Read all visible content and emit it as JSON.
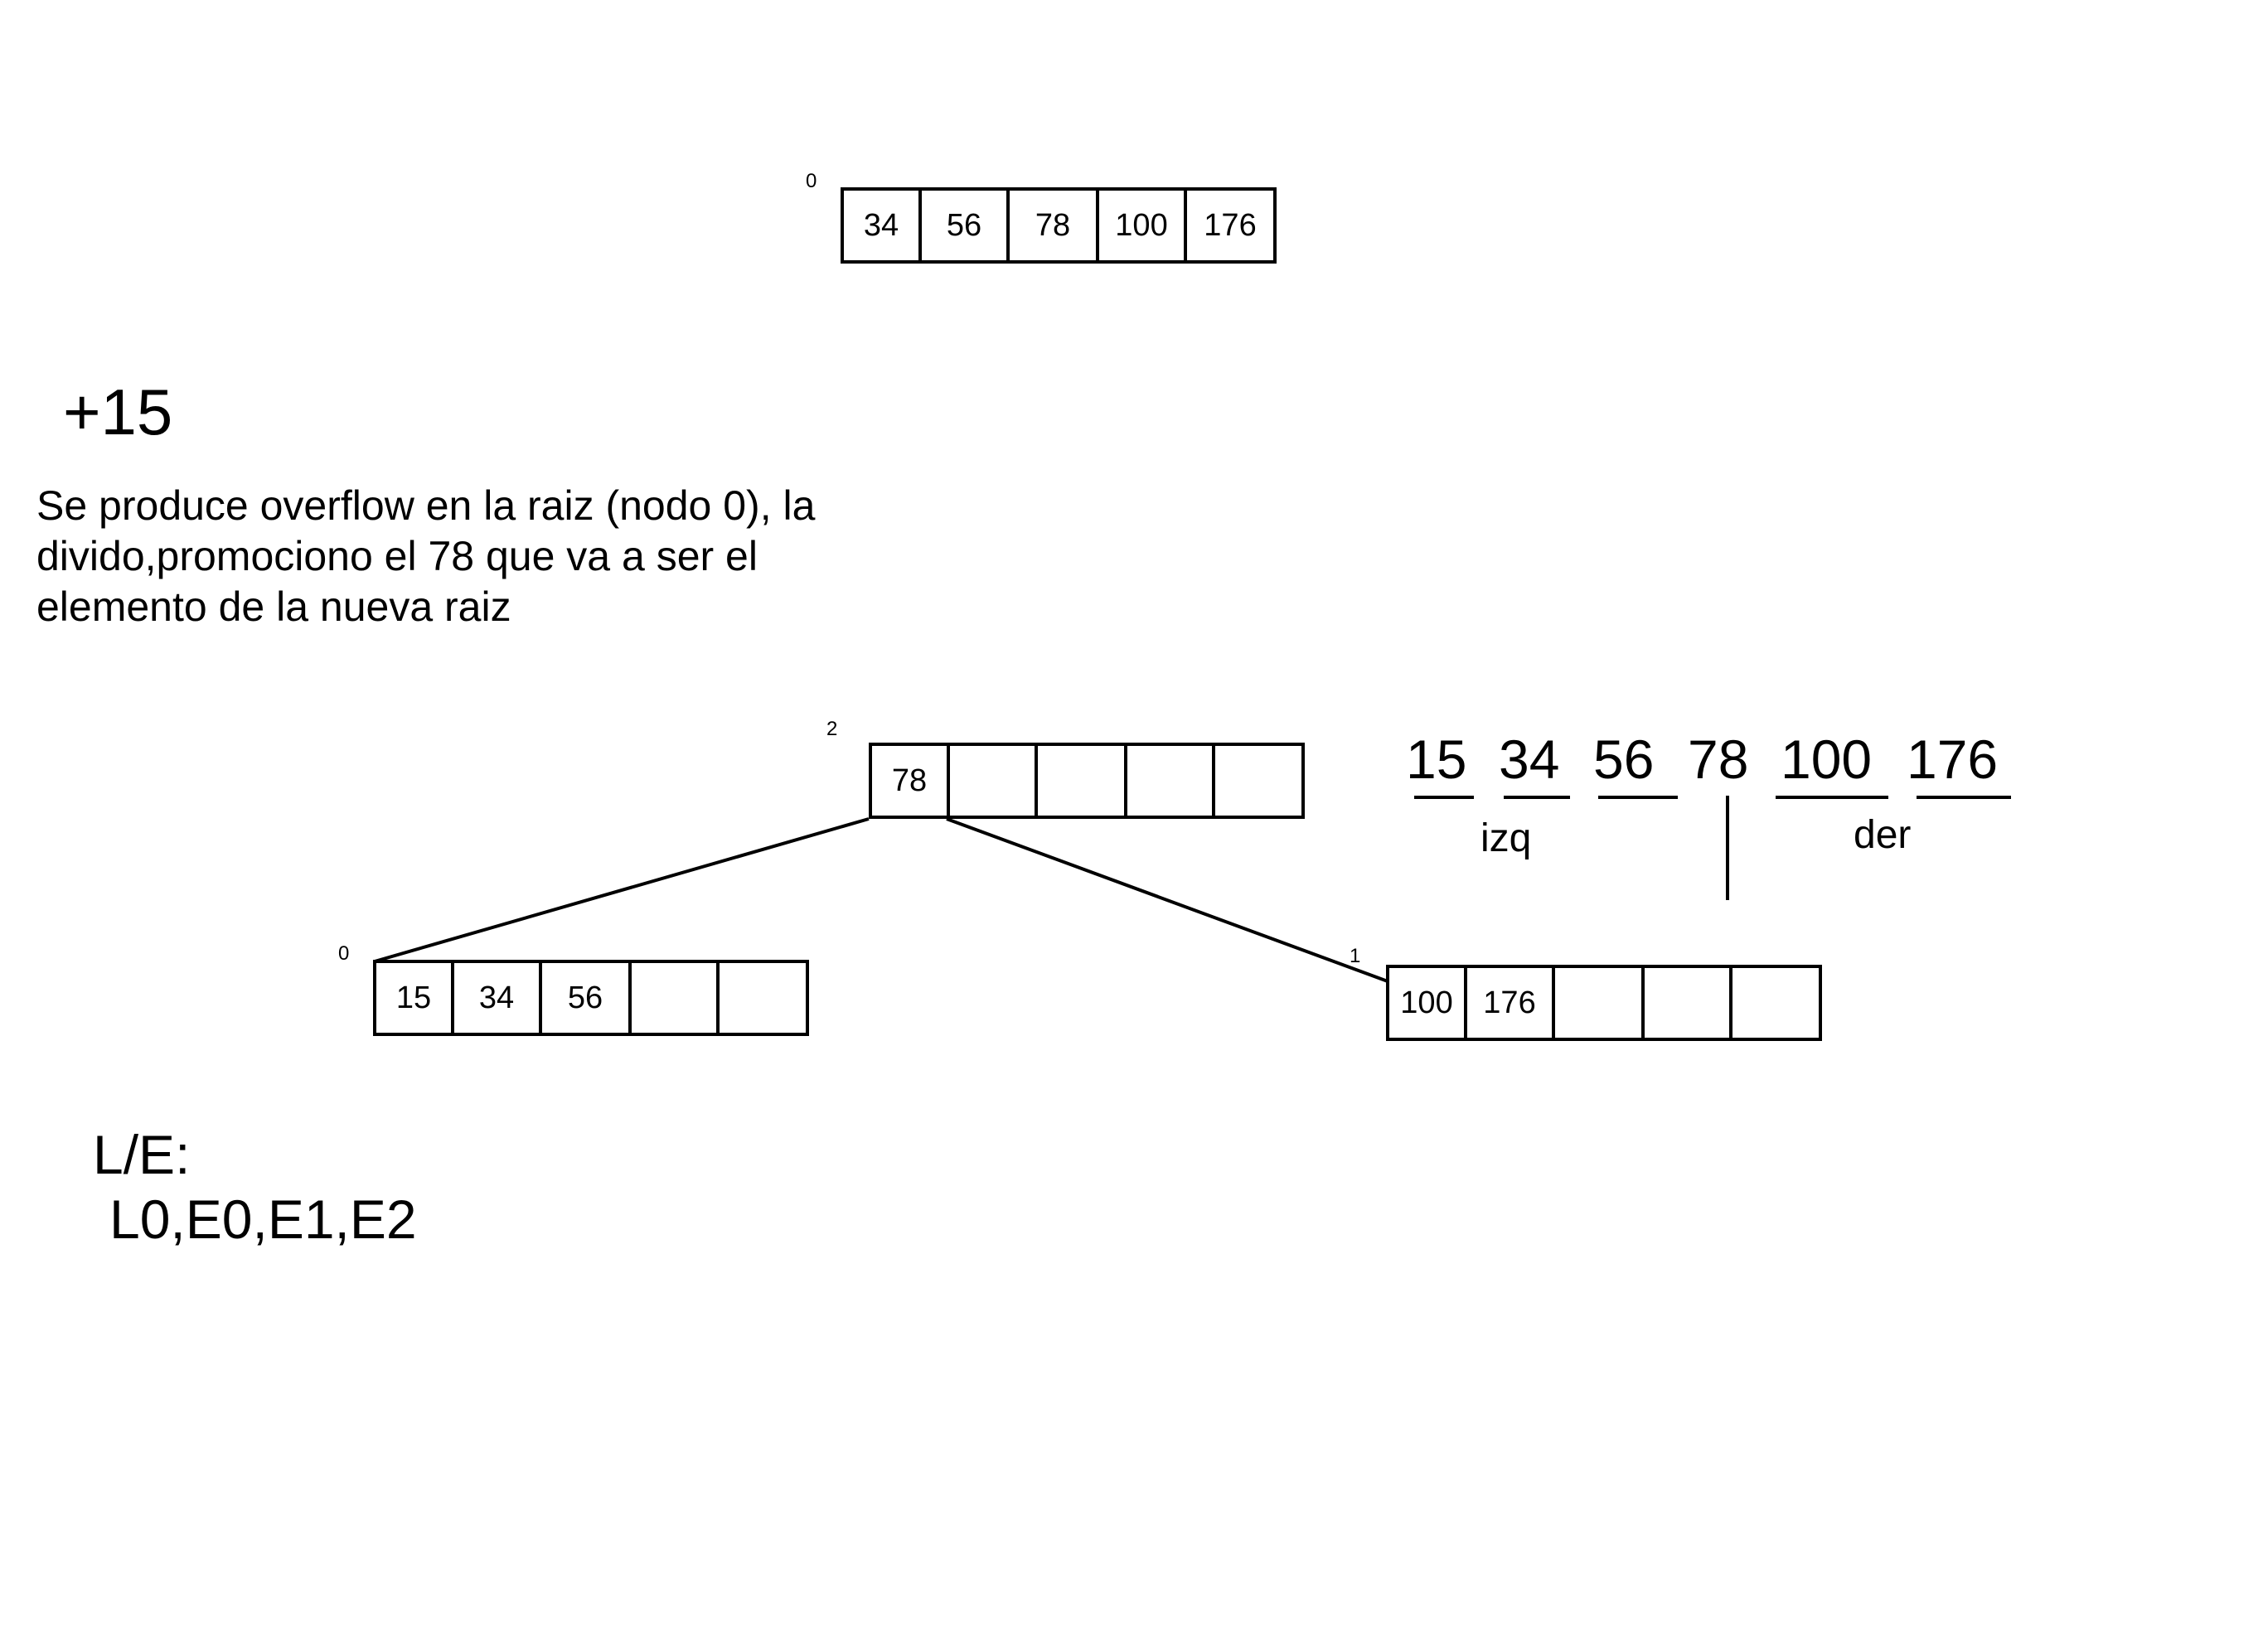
{
  "initial_node": {
    "id": "0",
    "keys": [
      "34",
      "56",
      "78",
      "100",
      "176"
    ]
  },
  "insert_label": "+15",
  "explanation": "Se produce overflow en la raiz (nodo 0), la\ndivido,promociono el 78 que va a ser el\nelemento de la nueva raiz",
  "root_node": {
    "id": "2",
    "keys": [
      "78",
      "",
      "",
      "",
      ""
    ]
  },
  "left_node": {
    "id": "0",
    "keys": [
      "15",
      "34",
      "56",
      "",
      ""
    ]
  },
  "right_node": {
    "id": "1",
    "keys": [
      "100",
      "176",
      "",
      "",
      ""
    ]
  },
  "sequence": {
    "values": [
      "15",
      "34",
      "56",
      "78",
      "100",
      "176"
    ],
    "left_label": "izq",
    "right_label": "der"
  },
  "io": {
    "title": "L/E:",
    "ops": "L0,E0,E1,E2"
  }
}
